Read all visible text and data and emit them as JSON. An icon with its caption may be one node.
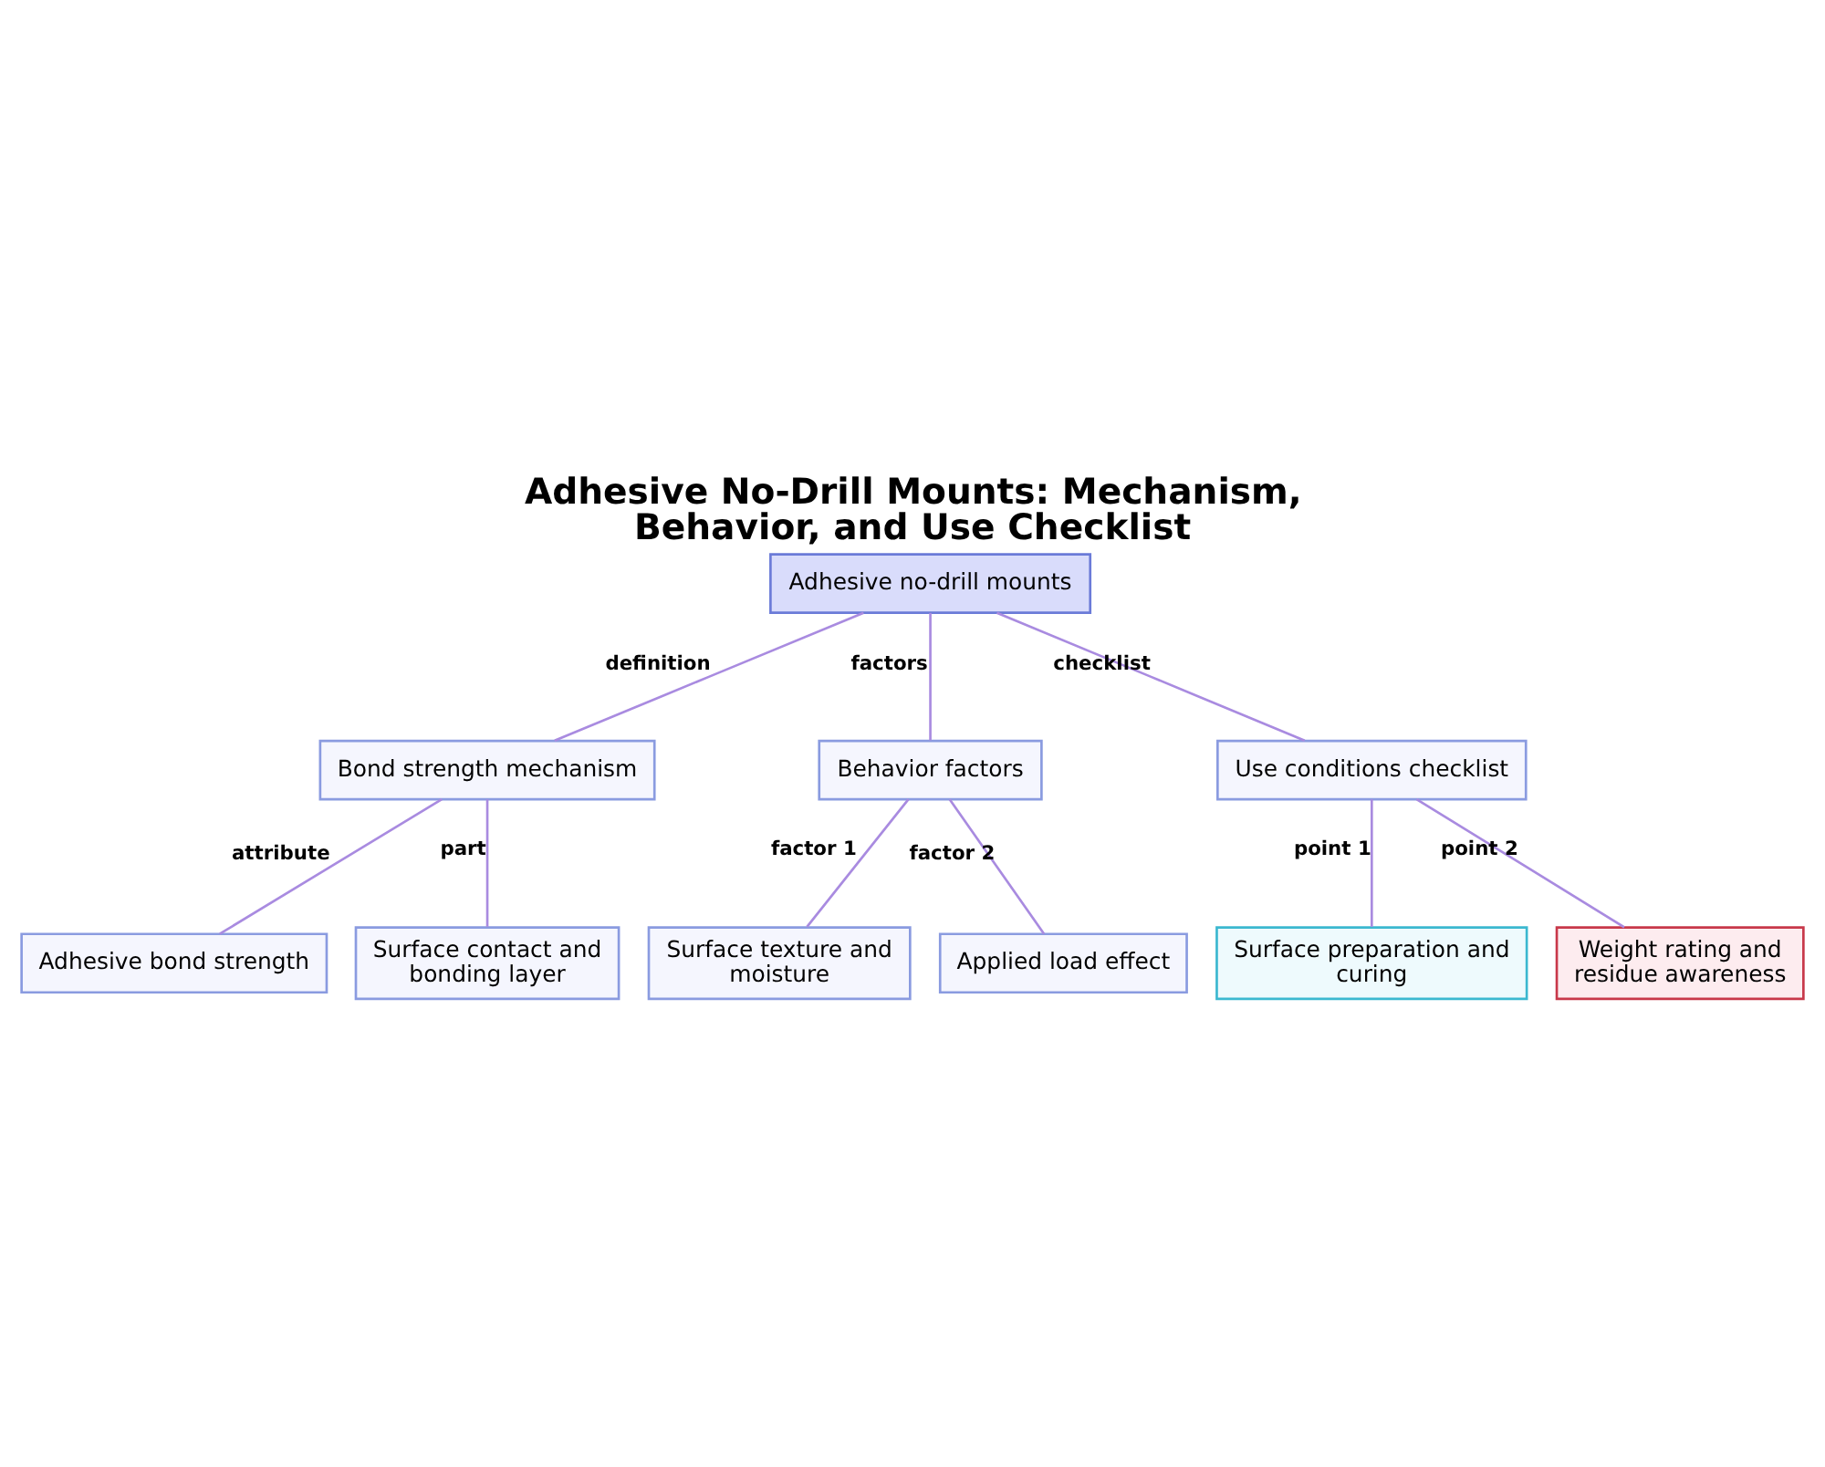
{
  "diagram": {
    "title": "Adhesive No-Drill Mounts: Mechanism, Behavior, and Use Checklist",
    "nodes": [
      {
        "text": [
          "Adhesive no-drill mounts"
        ]
      },
      {
        "text": [
          "Bond strength mechanism"
        ]
      },
      {
        "text": [
          "Behavior factors"
        ]
      },
      {
        "text": [
          "Use conditions checklist"
        ]
      },
      {
        "text": [
          "Adhesive bond strength"
        ]
      },
      {
        "text": [
          "Surface contact and bonding layer"
        ]
      },
      {
        "text": [
          "Surface texture and moisture"
        ]
      },
      {
        "text": [
          "Applied load effect"
        ]
      },
      {
        "text": [
          "Surface preparation and curing"
        ]
      },
      {
        "text": [
          "Weight rating and residue awareness"
        ]
      }
    ],
    "edges": [
      {
        "from": 0,
        "to": 1,
        "arrow": "none",
        "label": "definition"
      },
      {
        "from": 0,
        "to": 2,
        "arrow": "none",
        "label": "factors"
      },
      {
        "from": 0,
        "to": 3,
        "arrow": "none",
        "label": "checklist"
      },
      {
        "from": 1,
        "to": 4,
        "arrow": "none",
        "label": "attribute"
      },
      {
        "from": 1,
        "to": 5,
        "arrow": "none",
        "label": "part"
      },
      {
        "from": 2,
        "to": 6,
        "arrow": "none",
        "label": "factor 1"
      },
      {
        "from": 2,
        "to": 7,
        "arrow": "none",
        "label": "factor 2"
      },
      {
        "from": 3,
        "to": 8,
        "arrow": "none",
        "label": "point 1"
      },
      {
        "from": 3,
        "to": 9,
        "arrow": "none",
        "label": "point 2"
      }
    ]
  }
}
